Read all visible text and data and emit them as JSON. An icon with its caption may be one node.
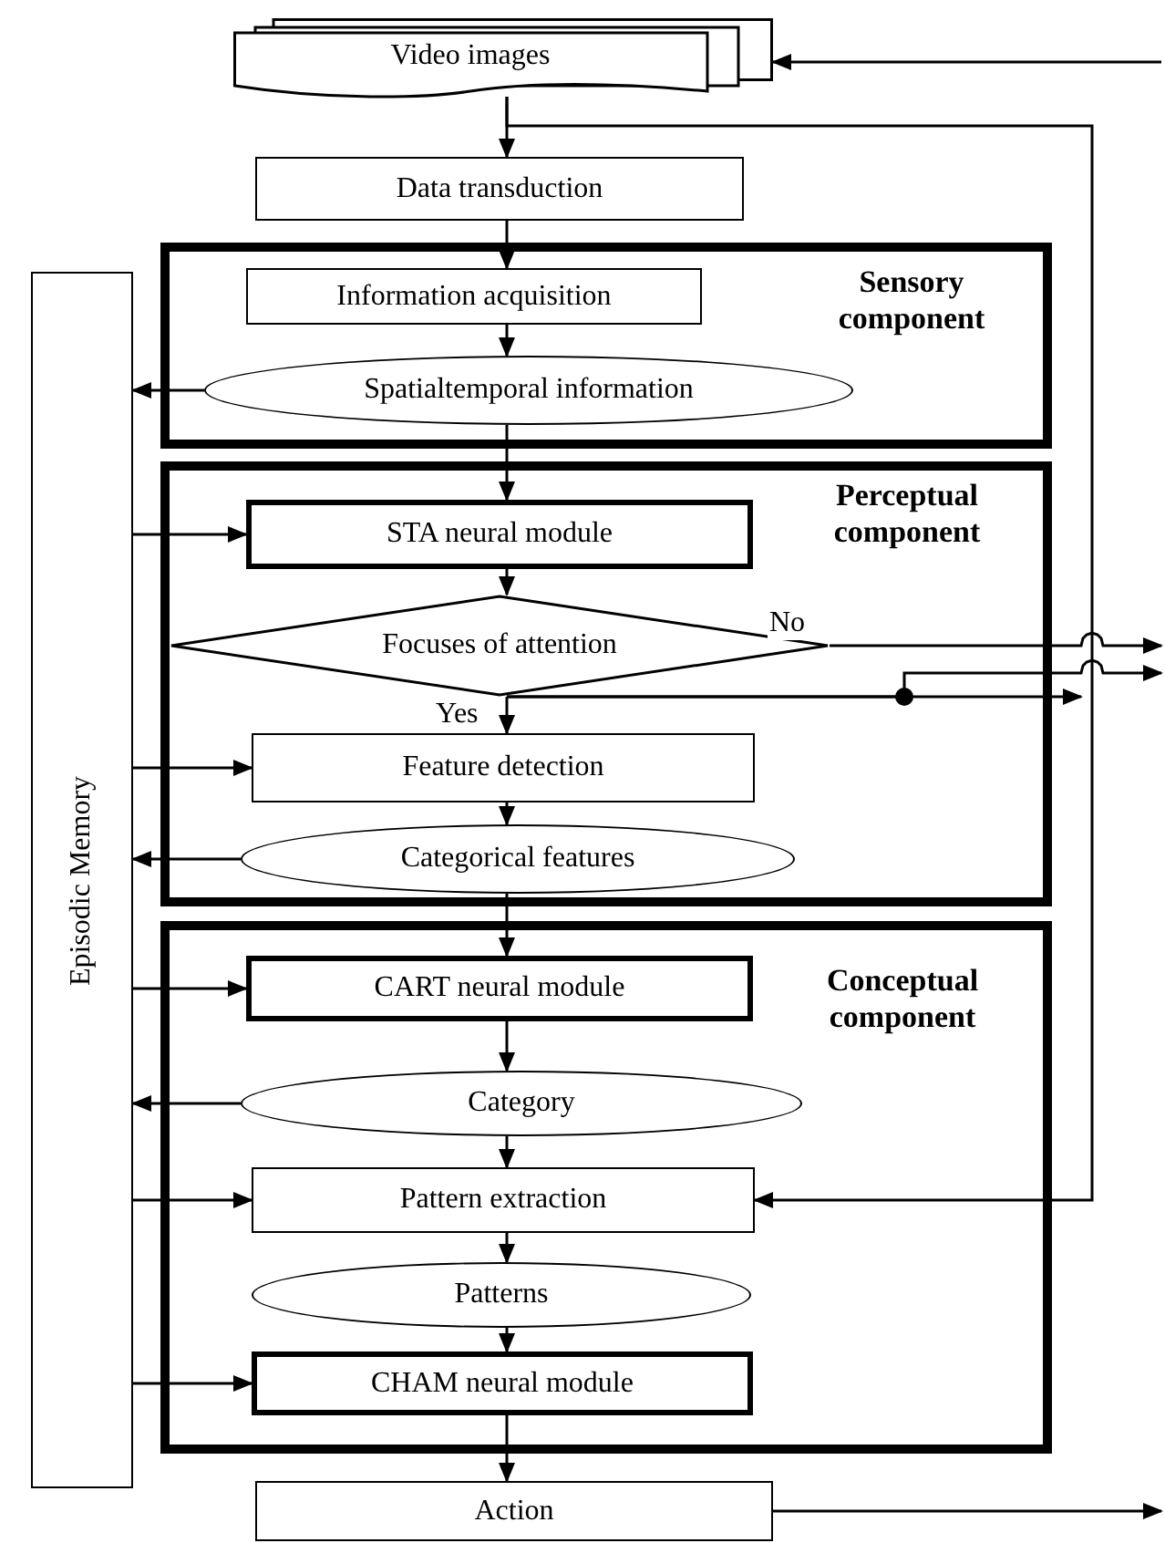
{
  "diagram": {
    "nodes": [
      {
        "text": [
          "Video images"
        ]
      },
      {
        "text": [
          "Data transduction"
        ]
      },
      {
        "text": [
          "Sensory component"
        ]
      },
      {
        "text": [
          "Information acquisition"
        ],
        "in": 2
      },
      {
        "text": [
          "Spatialtemporal information"
        ],
        "in": 2
      },
      {
        "text": [
          "Perceptual component"
        ]
      },
      {
        "text": [
          "STA neural module"
        ],
        "in": 5
      },
      {
        "text": [
          "Focuses of attention"
        ],
        "in": 5
      },
      {
        "text": [
          "Feature detection"
        ],
        "in": 5
      },
      {
        "text": [
          "Categorical features"
        ],
        "in": 5
      },
      {
        "text": [
          "Conceptual component"
        ]
      },
      {
        "text": [
          "CART neural module"
        ],
        "in": 10
      },
      {
        "text": [
          "Category"
        ],
        "in": 10
      },
      {
        "text": [
          "Pattern extraction"
        ],
        "in": 10
      },
      {
        "text": [
          "Patterns"
        ],
        "in": 10
      },
      {
        "text": [
          "CHAM neural module"
        ],
        "in": 10
      },
      {
        "text": [
          "Action"
        ]
      },
      {
        "text": [
          "Episodic Memory"
        ]
      }
    ],
    "edges": [
      {
        "from": 0,
        "to": 1,
        "arrow": "to"
      },
      {
        "from": 1,
        "to": 3,
        "arrow": "to"
      },
      {
        "from": 3,
        "to": 4,
        "arrow": "to"
      },
      {
        "from": 4,
        "to": 17,
        "arrow": "to"
      },
      {
        "from": 4,
        "to": 6,
        "arrow": "to"
      },
      {
        "from": 17,
        "to": 6,
        "arrow": "to"
      },
      {
        "from": 6,
        "to": 7,
        "arrow": "to"
      },
      {
        "from": 7,
        "to": 8,
        "arrow": "to",
        "label": "Yes"
      },
      {
        "from": 7,
        "to": null,
        "arrow": "to",
        "label": "No"
      },
      {
        "from": 17,
        "to": 8,
        "arrow": "to"
      },
      {
        "from": 8,
        "to": 9,
        "arrow": "to"
      },
      {
        "from": 9,
        "to": 17,
        "arrow": "to"
      },
      {
        "from": 9,
        "to": 11,
        "arrow": "to"
      },
      {
        "from": 17,
        "to": 11,
        "arrow": "to"
      },
      {
        "from": 11,
        "to": 12,
        "arrow": "to"
      },
      {
        "from": 12,
        "to": 17,
        "arrow": "to"
      },
      {
        "from": 12,
        "to": 13,
        "arrow": "to"
      },
      {
        "from": 17,
        "to": 13,
        "arrow": "to"
      },
      {
        "from": 13,
        "to": 14,
        "arrow": "to"
      },
      {
        "from": 14,
        "to": 15,
        "arrow": "to"
      },
      {
        "from": 17,
        "to": 15,
        "arrow": "to"
      },
      {
        "from": 15,
        "to": 16,
        "arrow": "to"
      },
      {
        "from": 16,
        "to": null,
        "arrow": "to"
      },
      {
        "from": null,
        "to": 0,
        "arrow": "to"
      },
      {
        "from": 0,
        "to": 13,
        "arrow": "to"
      },
      {
        "from": 7,
        "to": null,
        "arrow": "to"
      },
      {
        "from": 7,
        "to": null,
        "arrow": "to"
      }
    ]
  }
}
